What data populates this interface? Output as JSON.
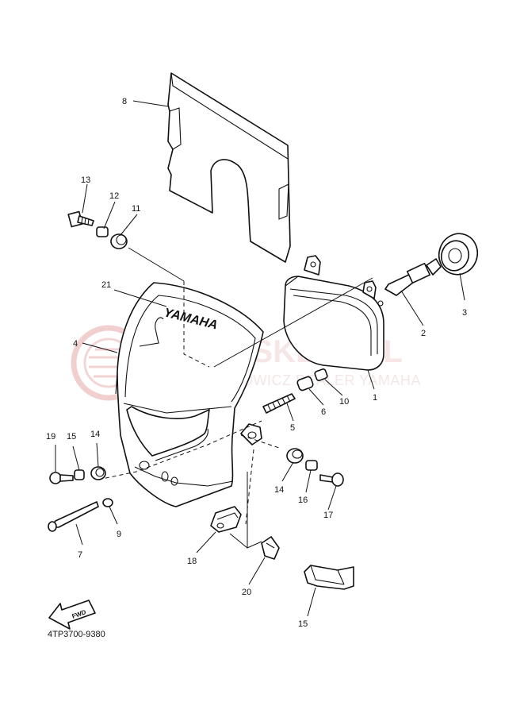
{
  "diagram": {
    "code": "4TP3700-9380",
    "brand_text": "YAMAHA",
    "fwd_text": "FWD",
    "watermark": {
      "main": "YAMA-SKLEP.PL",
      "sub": "WOJCIECHOWICZ DEALER YAMAHA"
    },
    "callouts": [
      "1",
      "2",
      "3",
      "4",
      "5",
      "6",
      "7",
      "8",
      "9",
      "10",
      "11",
      "12",
      "13",
      "14",
      "14",
      "15",
      "15",
      "16",
      "17",
      "18",
      "19",
      "20",
      "21"
    ]
  }
}
